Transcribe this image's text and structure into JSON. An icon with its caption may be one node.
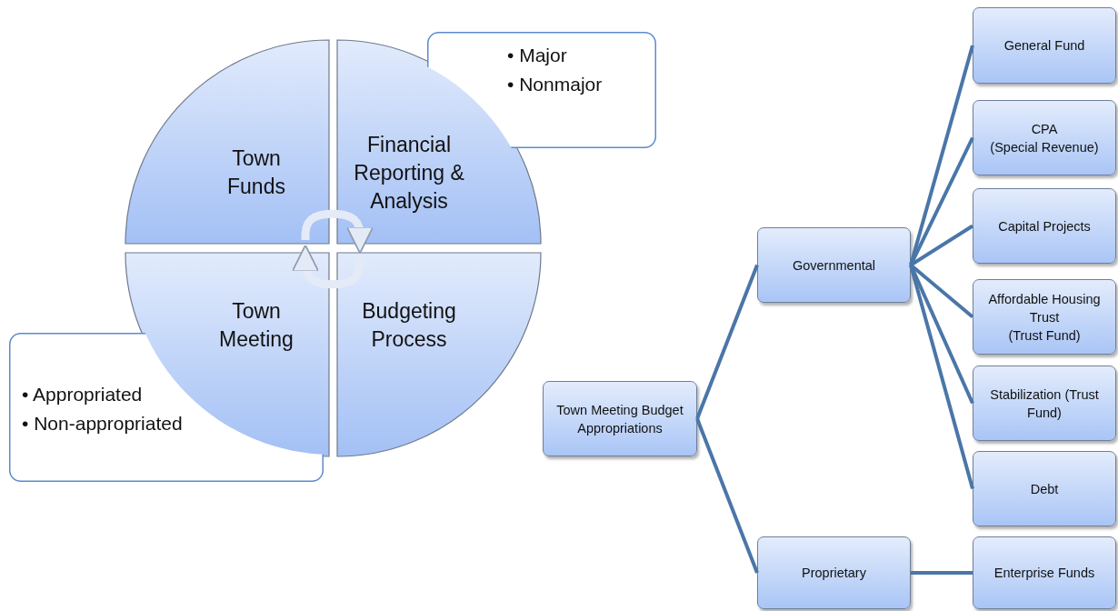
{
  "diagram": {
    "nodes": [
      {
        "text": [
          "• Major",
          "• Nonmajor"
        ]
      },
      {
        "text": [
          "Town Funds"
        ]
      },
      {
        "text": [
          "Financial Reporting & Analysis"
        ]
      },
      {
        "text": [
          "Town Meeting"
        ]
      },
      {
        "text": [
          "Budgeting Process"
        ]
      },
      {
        "text": [
          "• Appropriated",
          "• Non-appropriated"
        ]
      },
      {
        "text": [
          "Town Meeting Budget Appropriations"
        ]
      },
      {
        "text": [
          "Governmental"
        ]
      },
      {
        "text": [
          "Proprietary"
        ]
      },
      {
        "text": [
          "General Fund"
        ]
      },
      {
        "text": [
          "CPA",
          "(Special Revenue)"
        ]
      },
      {
        "text": [
          "Capital Projects"
        ]
      },
      {
        "text": [
          "Affordable Housing Trust",
          "(Trust Fund)"
        ]
      },
      {
        "text": [
          "Stabilization (Trust Fund)"
        ]
      },
      {
        "text": [
          "Debt"
        ]
      },
      {
        "text": [
          "Enterprise Funds"
        ]
      }
    ],
    "edges": [
      {
        "from": 1,
        "to": 2,
        "arrow": "to",
        "style": "thick",
        "color": "#e4ebf7"
      },
      {
        "from": 4,
        "to": 3,
        "arrow": "to",
        "style": "thick",
        "color": "#e4ebf7"
      },
      {
        "from": 6,
        "to": 7,
        "arrow": "none"
      },
      {
        "from": 6,
        "to": 8,
        "arrow": "none"
      },
      {
        "from": 7,
        "to": 9,
        "arrow": "none"
      },
      {
        "from": 7,
        "to": 10,
        "arrow": "none"
      },
      {
        "from": 7,
        "to": 11,
        "arrow": "none"
      },
      {
        "from": 7,
        "to": 12,
        "arrow": "none"
      },
      {
        "from": 7,
        "to": 13,
        "arrow": "none"
      },
      {
        "from": 7,
        "to": 14,
        "arrow": "none"
      },
      {
        "from": 8,
        "to": 15,
        "arrow": "none"
      }
    ]
  }
}
